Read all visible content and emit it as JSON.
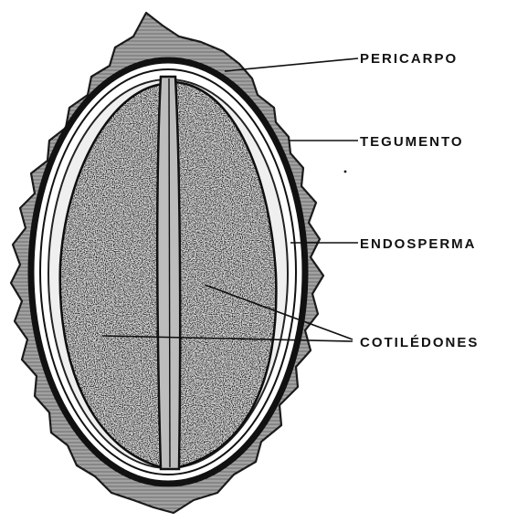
{
  "diagram": {
    "labels": {
      "pericarpo": "PERICARPO",
      "tegumento": "TEGUMENTO",
      "endosperma": "ENDOSPERMA",
      "cotiledones": "COTILÉDONES"
    }
  },
  "colors": {
    "ink": "#111111",
    "paper": "#ffffff",
    "pericarp_fill": "#9a9a9a",
    "speckle": "#2a2a2a"
  }
}
